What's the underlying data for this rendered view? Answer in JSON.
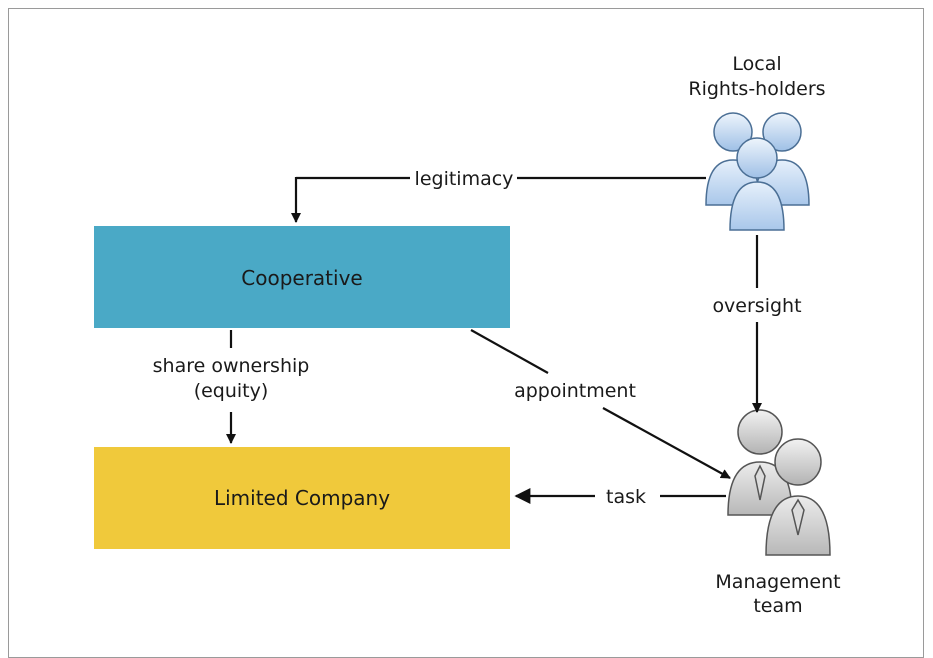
{
  "nodes": {
    "cooperative": {
      "label": "Cooperative",
      "color": "#4aa9c6"
    },
    "limited_company": {
      "label": "Limited Company",
      "color": "#f0c93b"
    },
    "rights_holders": {
      "label_line1": "Local",
      "label_line2": "Rights-holders",
      "icon": "group-of-people-icon",
      "color": "#b9d3ef"
    },
    "management_team": {
      "label_line1": "Management",
      "label_line2": "team",
      "icon": "business-people-icon",
      "color": "#cfcfcf"
    }
  },
  "edges": {
    "legitimacy": "legitimacy",
    "oversight": "oversight",
    "share_ownership_line1": "share ownership",
    "share_ownership_line2": "(equity)",
    "appointment": "appointment",
    "task": "task"
  }
}
